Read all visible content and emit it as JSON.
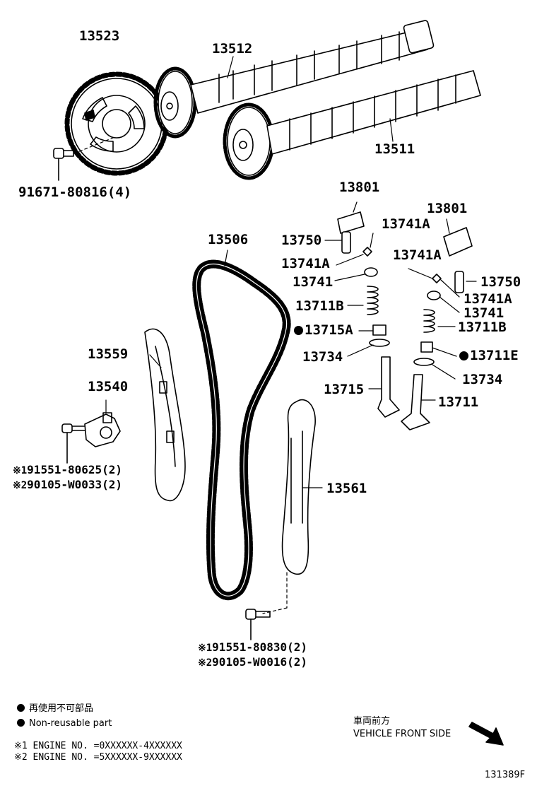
{
  "parts": {
    "p13523": "13523",
    "p13512": "13512",
    "p13511": "13511",
    "p91671": "91671-80816(4)",
    "p13801a": "13801",
    "p13801b": "13801",
    "p13750a": "13750",
    "p13741A_1": "13741A",
    "p13741A_2": "13741A",
    "p13741A_3": "13741A",
    "p13741A_4": "13741A",
    "p13741a": "13741",
    "p13741b": "13741",
    "p13711B_1": "13711B",
    "p13711B_2": "13711B",
    "p13715A": "13715A",
    "p13734a": "13734",
    "p13734b": "13734",
    "p13711E": "13711E",
    "p13750b": "13750",
    "p13506": "13506",
    "p13559": "13559",
    "p13540": "13540",
    "p13715": "13715",
    "p13711": "13711",
    "p13561": "13561"
  },
  "bolts": {
    "b1_mark": "※1",
    "b1": "91551-80625(2)",
    "b2_mark": "※2",
    "b2": "90105-W0033(2)",
    "b3_mark": "※1",
    "b3": "91551-80830(2)",
    "b4_mark": "※2",
    "b4": "90105-W0016(2)"
  },
  "legend": {
    "nonreusable_jp": "再使用不可部品",
    "nonreusable_en": "Non-reusable part",
    "engine1": "※1 ENGINE NO. =0XXXXXX-4XXXXXX",
    "engine2": "※2 ENGINE NO. =5XXXXXX-9XXXXXX",
    "front_jp": "車両前方",
    "front_en": "VEHICLE FRONT SIDE"
  },
  "figure_id": "131389F"
}
